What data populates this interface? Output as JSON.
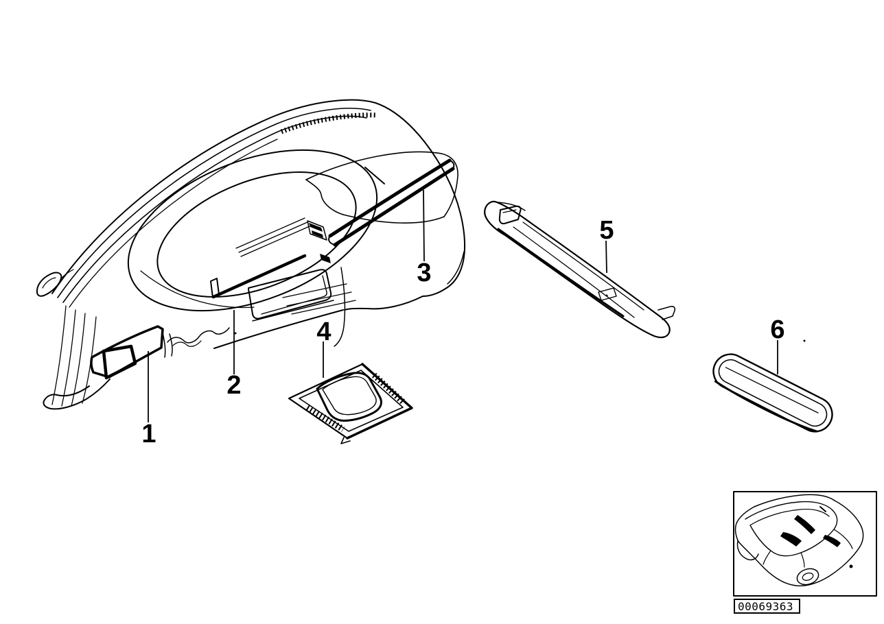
{
  "diagram": {
    "kind": "vehicle-parts-diagram",
    "background_color": "#ffffff",
    "line_color": "#000000",
    "callouts": [
      {
        "label": "1"
      },
      {
        "label": "2"
      },
      {
        "label": "3"
      },
      {
        "label": "4"
      },
      {
        "label": "5"
      },
      {
        "label": "6"
      }
    ],
    "stamp": {
      "part_number": "00069363"
    }
  }
}
